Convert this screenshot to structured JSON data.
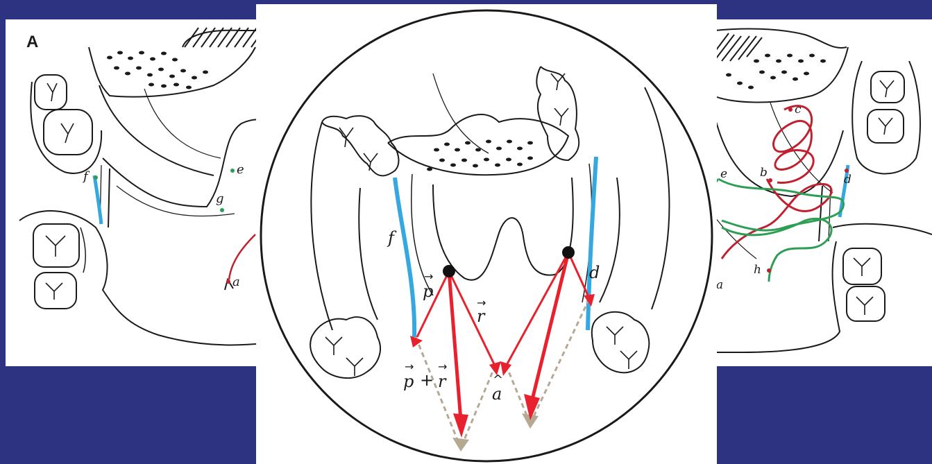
{
  "colors": {
    "background": "#2d3380",
    "panel": "#ffffff",
    "ink": "#1a1a1a",
    "mucosa_blue": "#36a8e0",
    "force_red": "#e8212e",
    "resultant_tan": "#b5a994",
    "path_red": "#c0202f",
    "path_green": "#2e9e54"
  },
  "left_panel": {
    "panel_label": "A",
    "points": {
      "e": "e",
      "g": "g",
      "f": "f",
      "a": "a"
    }
  },
  "center_panel": {
    "labels": {
      "f": "f",
      "d": "d",
      "p_vec": "p",
      "r_vec": "r",
      "sum_p": "p",
      "plus": "+",
      "sum_r": "r",
      "a_hat": "a"
    }
  },
  "right_panel": {
    "points": {
      "c": "c",
      "b": "b",
      "e": "e",
      "d": "d",
      "h": "h",
      "a": "a"
    }
  }
}
